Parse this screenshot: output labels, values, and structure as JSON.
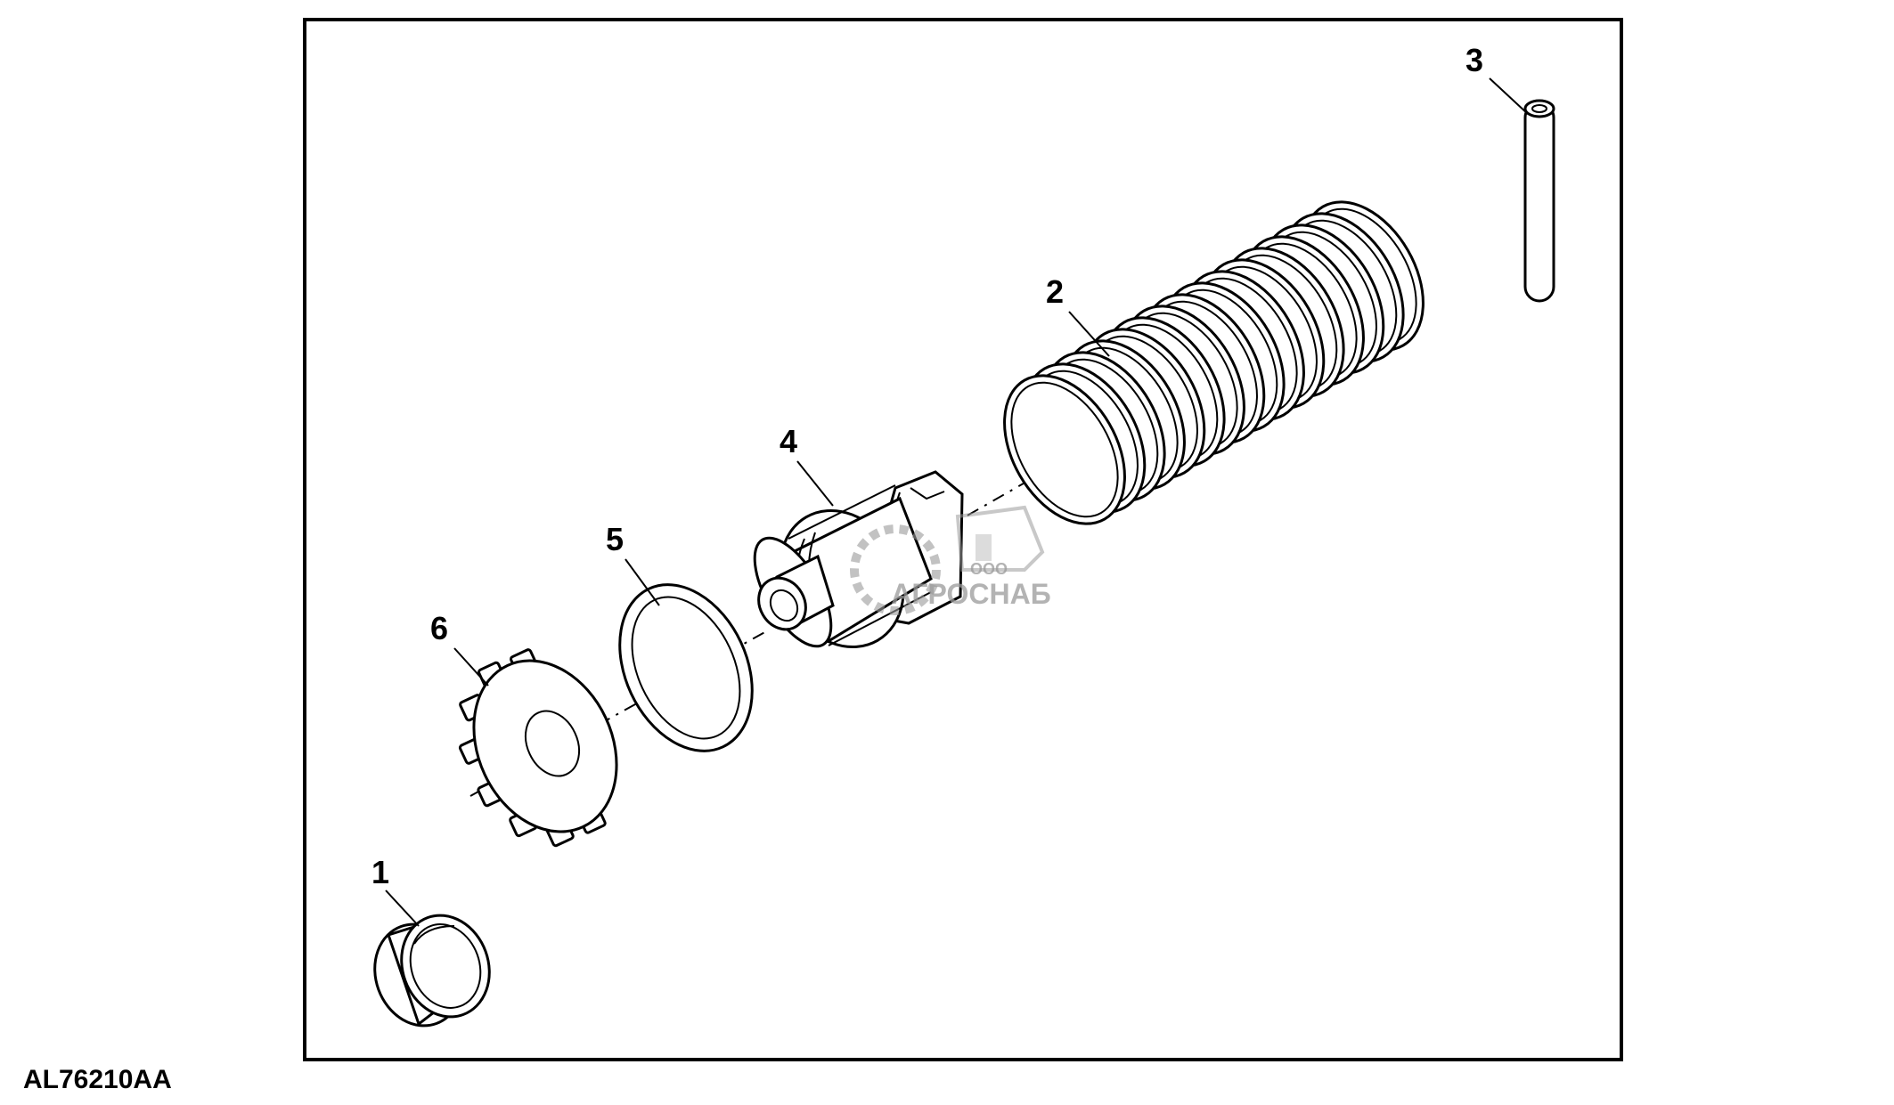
{
  "figure_id": "AL76210AA",
  "callouts": [
    {
      "label": "1",
      "part": "cup"
    },
    {
      "label": "2",
      "part": "spring"
    },
    {
      "label": "3",
      "part": "pin"
    },
    {
      "label": "4",
      "part": "plunger"
    },
    {
      "label": "5",
      "part": "o-ring"
    },
    {
      "label": "6",
      "part": "retainer-washer"
    }
  ],
  "watermark": {
    "top": "ООО",
    "main": "АГРОСНАБ"
  },
  "colors": {
    "line": "#000000",
    "background": "#ffffff",
    "watermark": "#9a9a9a"
  }
}
